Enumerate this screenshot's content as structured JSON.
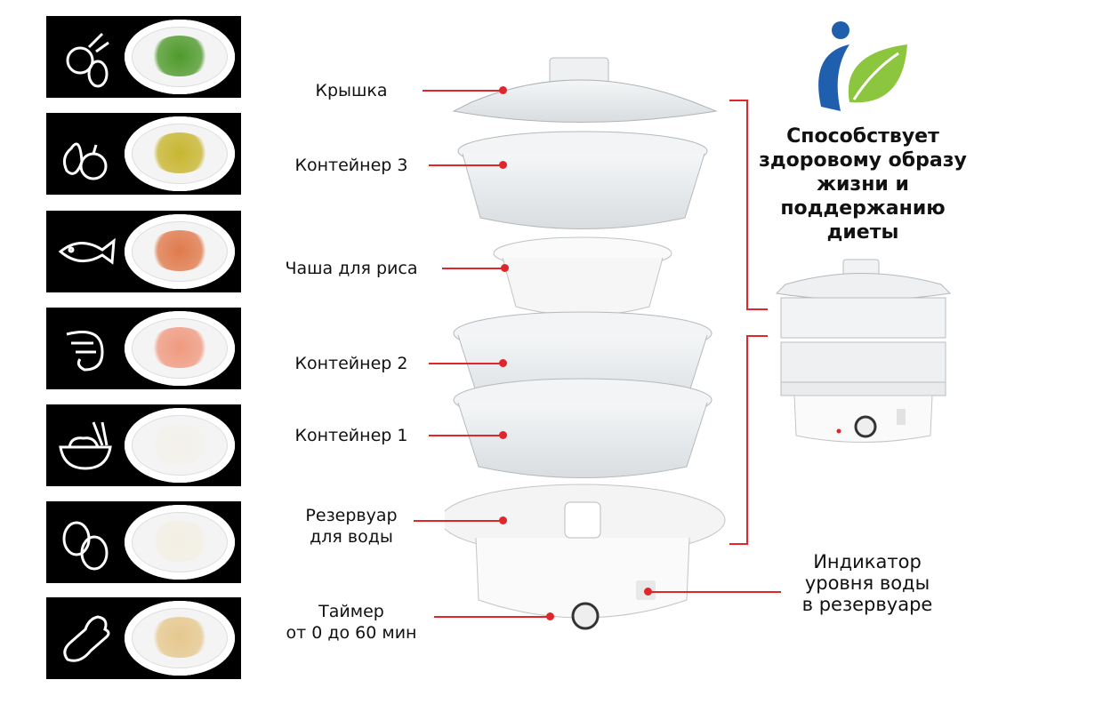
{
  "food_categories": [
    {
      "icon": "vegetables-icon",
      "food": "vegetables",
      "color": "#4f9a2c"
    },
    {
      "icon": "fruit-icon",
      "food": "fruit",
      "color": "#c8b630"
    },
    {
      "icon": "fish-icon",
      "food": "salmon",
      "color": "#e07a4c"
    },
    {
      "icon": "shrimp-icon",
      "food": "shrimp",
      "color": "#f09a80"
    },
    {
      "icon": "rice-bowl-icon",
      "food": "rice",
      "color": "#f3f1ea"
    },
    {
      "icon": "eggs-icon",
      "food": "eggs",
      "color": "#f3efe4"
    },
    {
      "icon": "chicken-leg-icon",
      "food": "chicken",
      "color": "#e6c88e"
    }
  ],
  "parts": {
    "lid": "Крышка",
    "container3": "Контейнер 3",
    "rice_bowl": "Чаша для риса",
    "container2": "Контейнер 2",
    "container1": "Контейнер 1",
    "reservoir_line1": "Резервуар",
    "reservoir_line2": "для воды",
    "timer_line1": "Таймер",
    "timer_line2": "от 0 до 60 мин"
  },
  "benefit": {
    "lines": [
      "Способствует",
      "здоровому образу",
      "жизни и",
      "поддержанию",
      "диеты"
    ]
  },
  "water_indicator": {
    "lines": [
      "Индикатор",
      "уровня воды",
      "в резервуаре"
    ]
  },
  "accent_color": "#e0262b"
}
